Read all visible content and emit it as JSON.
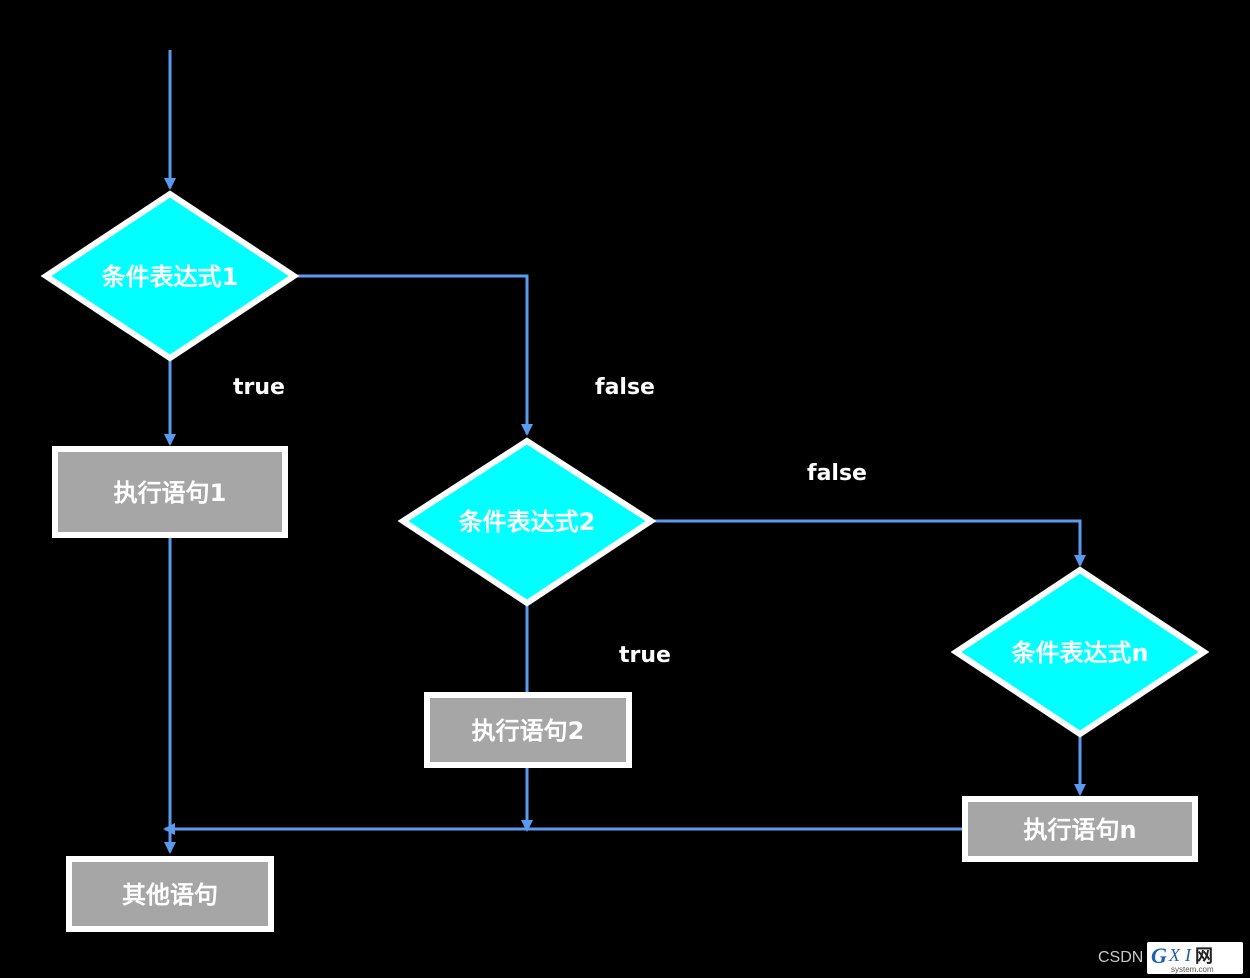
{
  "diagram": {
    "nodes": {
      "cond1": "条件表达式1",
      "cond2": "条件表达式2",
      "condn": "条件表达式n",
      "exec1": "执行语句1",
      "exec2": "执行语句2",
      "execn": "执行语句n",
      "other": "其他语句"
    },
    "edge_labels": {
      "cond1_true": "true",
      "cond1_false": "false",
      "cond2_true": "true",
      "cond2_false": "false"
    }
  },
  "colors": {
    "background": "#000000",
    "diamond_fill": "#00ffff",
    "box_fill": "#a6a6a6",
    "node_border": "#ffffff",
    "arrow": "#5b9bef"
  },
  "watermark": {
    "text": "CSDN",
    "logo_text": "GXI网",
    "logo_subtext": "system.com"
  }
}
